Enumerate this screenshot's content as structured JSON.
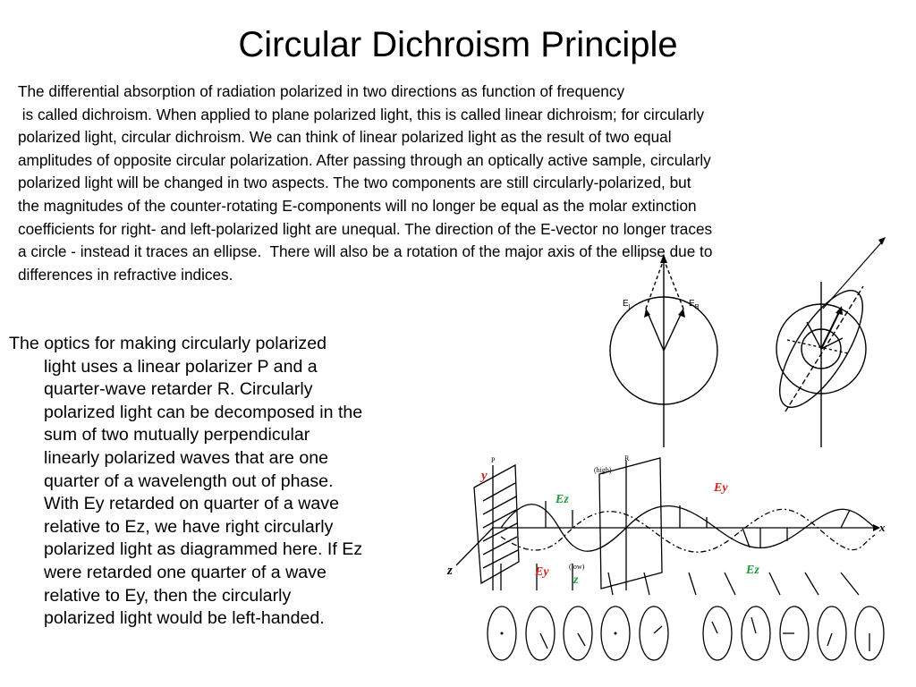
{
  "slide": {
    "title": "Circular Dichroism Principle",
    "intro_lines": [
      "The differential absorption of radiation polarized in two directions as function of frequency",
      " is called dichroism. When applied to plane polarized light, this is called linear dichroism; for circularly",
      "polarized light, circular dichroism. We can think of linear polarized light as the result of two equal",
      "amplitudes of opposite circular polarization. After passing through an optically active sample, circularly",
      "polarized light will be changed in two aspects. The two components are still circularly-polarized, but",
      "the magnitudes of the counter-rotating E-components will no longer be equal as the molar extinction",
      "coefficients for right- and left-polarized light are unequal. The direction of the E-vector no longer traces",
      "a circle - instead it traces an ellipse.  There will also be a rotation of the major axis of the ellipse due to",
      "differences in refractive indices."
    ],
    "optics_lines": [
      "The optics for making circularly polarized",
      "light uses a linear polarizer P and a",
      "quarter-wave retarder R. Circularly",
      "polarized light can be decomposed in the",
      "sum of two mutually perpendicular",
      "linearly polarized waves that are one",
      "quarter of a wavelength out of phase.",
      "With Ey retarded on quarter of a wave",
      "relative to Ez, we have right circularly",
      "polarized light as diagrammed here. If Ez",
      "were retarded one quarter of a wave",
      "relative to Ey, then the circularly",
      "polarized light would be left-handed."
    ]
  },
  "figure_vectors": {
    "el_label": "E",
    "el_sub": "L",
    "er_label": "E",
    "er_sub": "R"
  },
  "figure_wave": {
    "label_y": "y",
    "label_z": "z",
    "label_x": "x",
    "label_p": "P",
    "label_r": "R",
    "label_ez_top": "Ez",
    "label_ey_top": "Ey",
    "label_ey_bottom": "Ey",
    "label_z_green": "z",
    "label_ez_bottom": "Ez",
    "label_high": "(high)",
    "label_low": "(low)"
  },
  "colors": {
    "red_label": "#d62020",
    "green_label": "#1f9a3a"
  }
}
